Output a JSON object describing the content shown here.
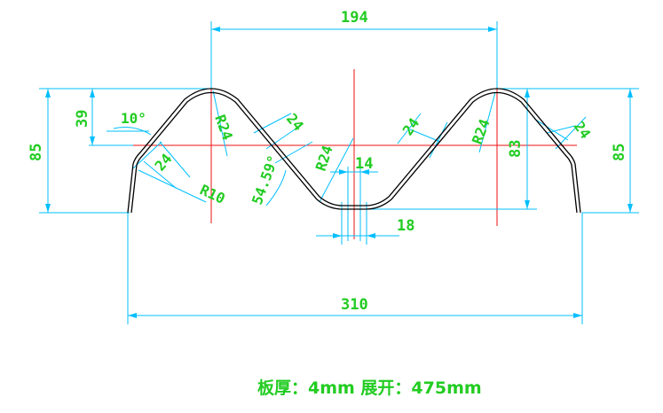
{
  "colors": {
    "profile": "#000000",
    "dimension": "#00bfff",
    "label": "#22cc22",
    "centerline": "#ee1111"
  },
  "dimensions": {
    "top_pitch": "194",
    "overall_width": "310",
    "height_left": "85",
    "height_right": "85",
    "height_inner": "83",
    "crest_depth": "39",
    "valley_flat": "14",
    "valley_outer": "18",
    "end_segment_left": "24",
    "web_left": "24",
    "web_right": "24",
    "end_segment_right": "24",
    "radius_crest_left": "R24",
    "radius_crest_right": "R24",
    "radius_valley": "R24",
    "radius_end": "R10",
    "angle_end": "10°",
    "angle_web": "54.59°"
  },
  "caption": "板厚：4mm 展开：475mm"
}
